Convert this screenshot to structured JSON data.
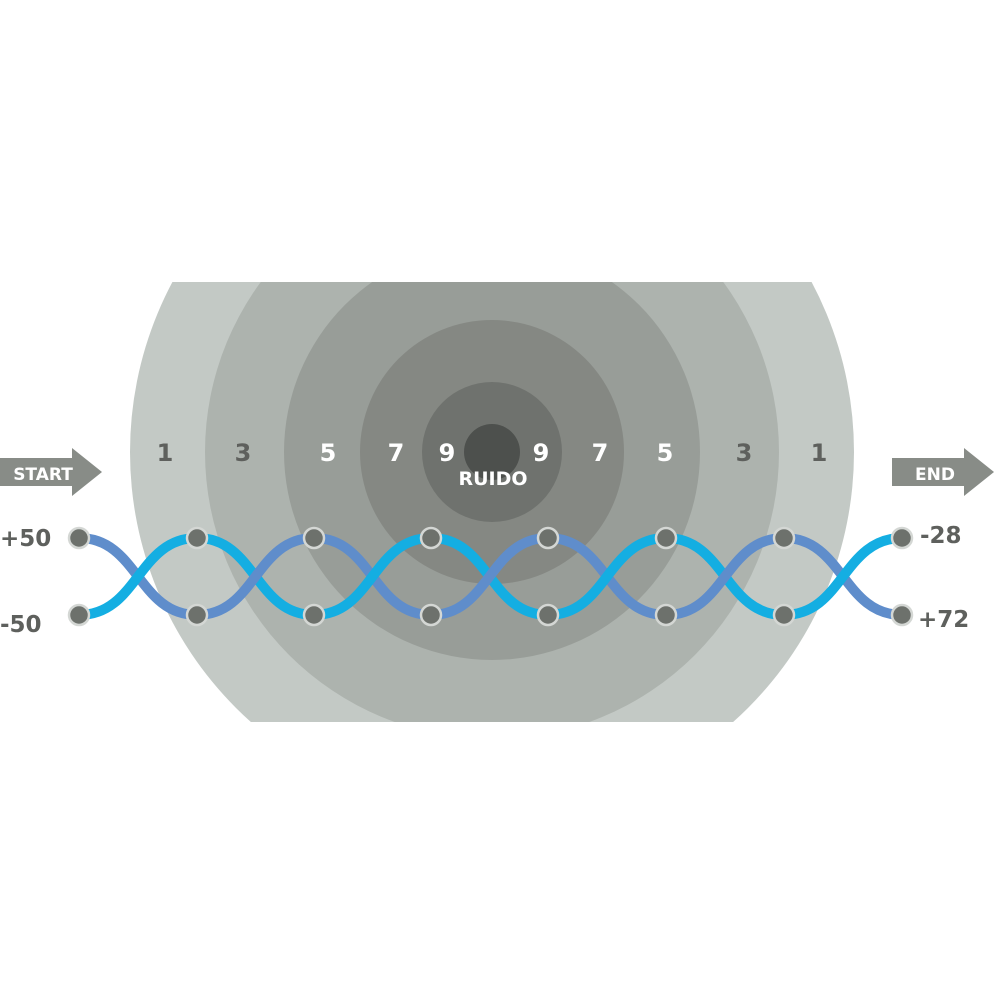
{
  "colors": {
    "ring_1": "#c3c9c5",
    "ring_3": "#adb3ae",
    "ring_5": "#989d98",
    "ring_7": "#858883",
    "ring_9": "#6f726e",
    "core": "#4d504d",
    "arrow": "#888c87",
    "label_dark": "#5e605d",
    "label_light": "#ffffff",
    "wire_cyan": "#14aee2",
    "wire_blue": "#5f8dcb",
    "node_fill": "#6d716c",
    "node_stroke": "#d4d7d4"
  },
  "start": {
    "label": "START"
  },
  "end": {
    "label": "END"
  },
  "noise": {
    "center_label": "RUIDO",
    "left_levels": [
      "1",
      "3",
      "5",
      "7",
      "9"
    ],
    "right_levels": [
      "9",
      "7",
      "5",
      "3",
      "1"
    ]
  },
  "signals": {
    "start_top": "+50",
    "start_bottom": "-50",
    "end_top": "-28",
    "end_bottom": "+72"
  }
}
